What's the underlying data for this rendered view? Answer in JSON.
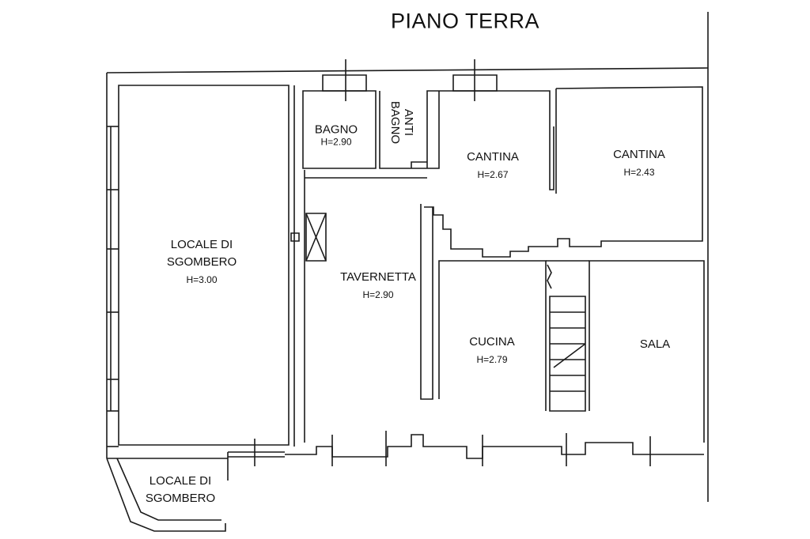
{
  "title": "PIANO TERRA",
  "rooms": {
    "locale_1": {
      "name_line1": "LOCALE DI",
      "name_line2": "SGOMBERO",
      "height": "H=3.00"
    },
    "bagno": {
      "name": "BAGNO",
      "height": "H=2.90"
    },
    "anti_bagno": {
      "name_line1": "ANTI",
      "name_line2": "BAGNO"
    },
    "cantina_1": {
      "name": "CANTINA",
      "height": "H=2.67"
    },
    "cantina_2": {
      "name": "CANTINA",
      "height": "H=2.43"
    },
    "tavernetta": {
      "name": "TAVERNETTA",
      "height": "H=2.90"
    },
    "cucina": {
      "name": "CUCINA",
      "height": "H=2.79"
    },
    "sala": {
      "name": "SALA"
    },
    "locale_2": {
      "name_line1": "LOCALE DI",
      "name_line2": "SGOMBERO"
    }
  },
  "colors": {
    "line": "#1a1a1a",
    "background": "#ffffff"
  }
}
